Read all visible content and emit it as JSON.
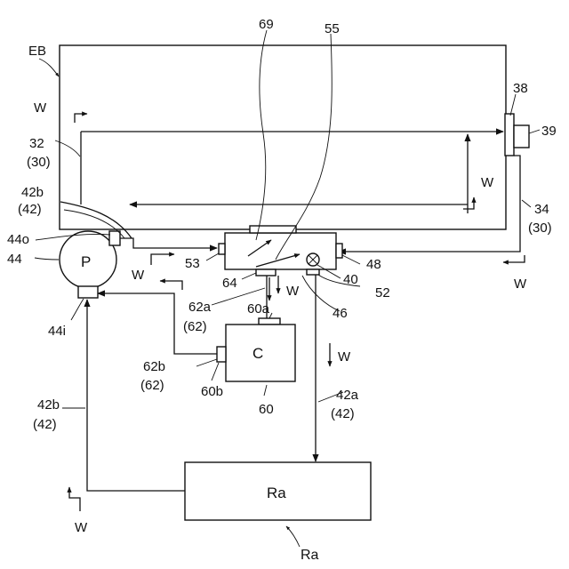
{
  "labels": {
    "eb": "EB",
    "w_left_top": "W",
    "w_right_inner": "W",
    "w_right_outer": "W",
    "w_pump": "W",
    "w_center_down": "W",
    "w_right_down": "W",
    "w_bottom_left": "W",
    "n69": "69",
    "n55": "55",
    "n38": "38",
    "n39": "39",
    "n32": "32",
    "n30a": "(30)",
    "n42b_top": "42b",
    "n42_top": "(42)",
    "n34": "34",
    "n30b": "(30)",
    "n44o": "44o",
    "n44": "44",
    "pump": "P",
    "n44i": "44i",
    "n53": "53",
    "n48": "48",
    "n40": "40",
    "n64": "64",
    "n52": "52",
    "n46": "46",
    "n62a": "62a",
    "n62_a": "(62)",
    "n60a": "60a",
    "compressor": "C",
    "n62b": "62b",
    "n62_b": "(62)",
    "n60b": "60b",
    "n60": "60",
    "n42a": "42a",
    "n42_a": "(42)",
    "n42b_bottom": "42b",
    "n42_bottom": "(42)",
    "ra_box": "Ra",
    "ra_ref": "Ra"
  }
}
